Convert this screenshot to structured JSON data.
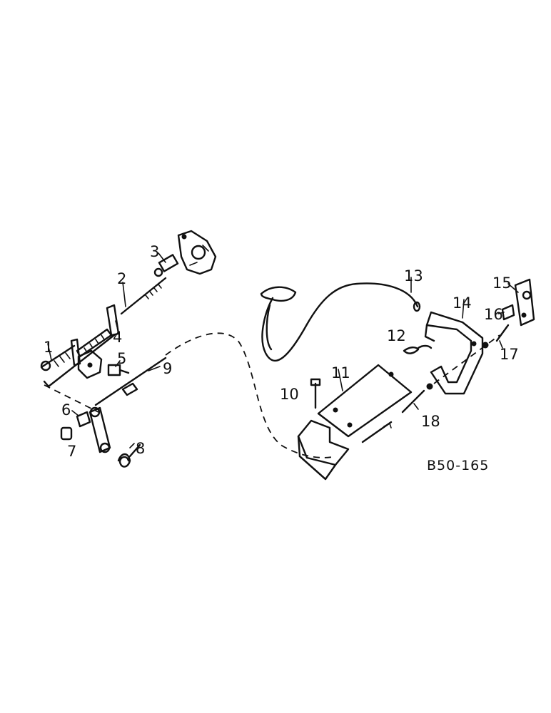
{
  "diagram": {
    "drawing_number": "B50-165",
    "callouts": [
      "1",
      "2",
      "3",
      "4",
      "5",
      "6",
      "7",
      "8",
      "9",
      "10",
      "11",
      "12",
      "13",
      "14",
      "15",
      "16",
      "17",
      "18"
    ]
  }
}
